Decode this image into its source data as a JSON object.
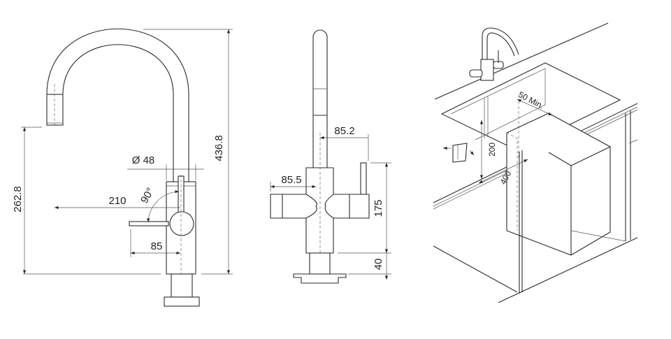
{
  "side_view": {
    "total_height": "436.8",
    "spout_height": "262.8",
    "diameter": "Ø 48",
    "reach": "210",
    "handle_angle": "90°",
    "handle_reach": "85"
  },
  "front_view": {
    "lever_offset": "85.2",
    "handle_offset": "85.5",
    "body_height": "175",
    "base_height": "40"
  },
  "installation_view": {
    "min_clearance": "50 Min.",
    "boiler_height": "200",
    "boiler_depth": "400"
  },
  "colors": {
    "line": "#2a2a2a",
    "background": "#ffffff"
  }
}
